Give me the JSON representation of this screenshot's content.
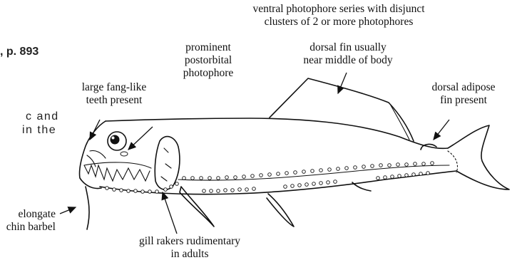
{
  "page_fragments": {
    "page_ref": ", p. 893",
    "line1": "c  and",
    "line2": "in the"
  },
  "labels": {
    "ventral_photophores": [
      "ventral photophore series with disjunct",
      "clusters of 2 or more photophores"
    ],
    "postorbital": [
      "prominent",
      "postorbital",
      "photophore"
    ],
    "dorsal_fin": [
      "dorsal fin usually",
      "near middle of body"
    ],
    "fang_teeth": [
      "large fang-like",
      "teeth present"
    ],
    "adipose_fin": [
      "dorsal adipose",
      "fin present"
    ],
    "chin_barbel": [
      "elongate",
      "chin barbel"
    ],
    "gill_rakers": [
      "gill rakers rudimentary",
      "in adults"
    ]
  }
}
